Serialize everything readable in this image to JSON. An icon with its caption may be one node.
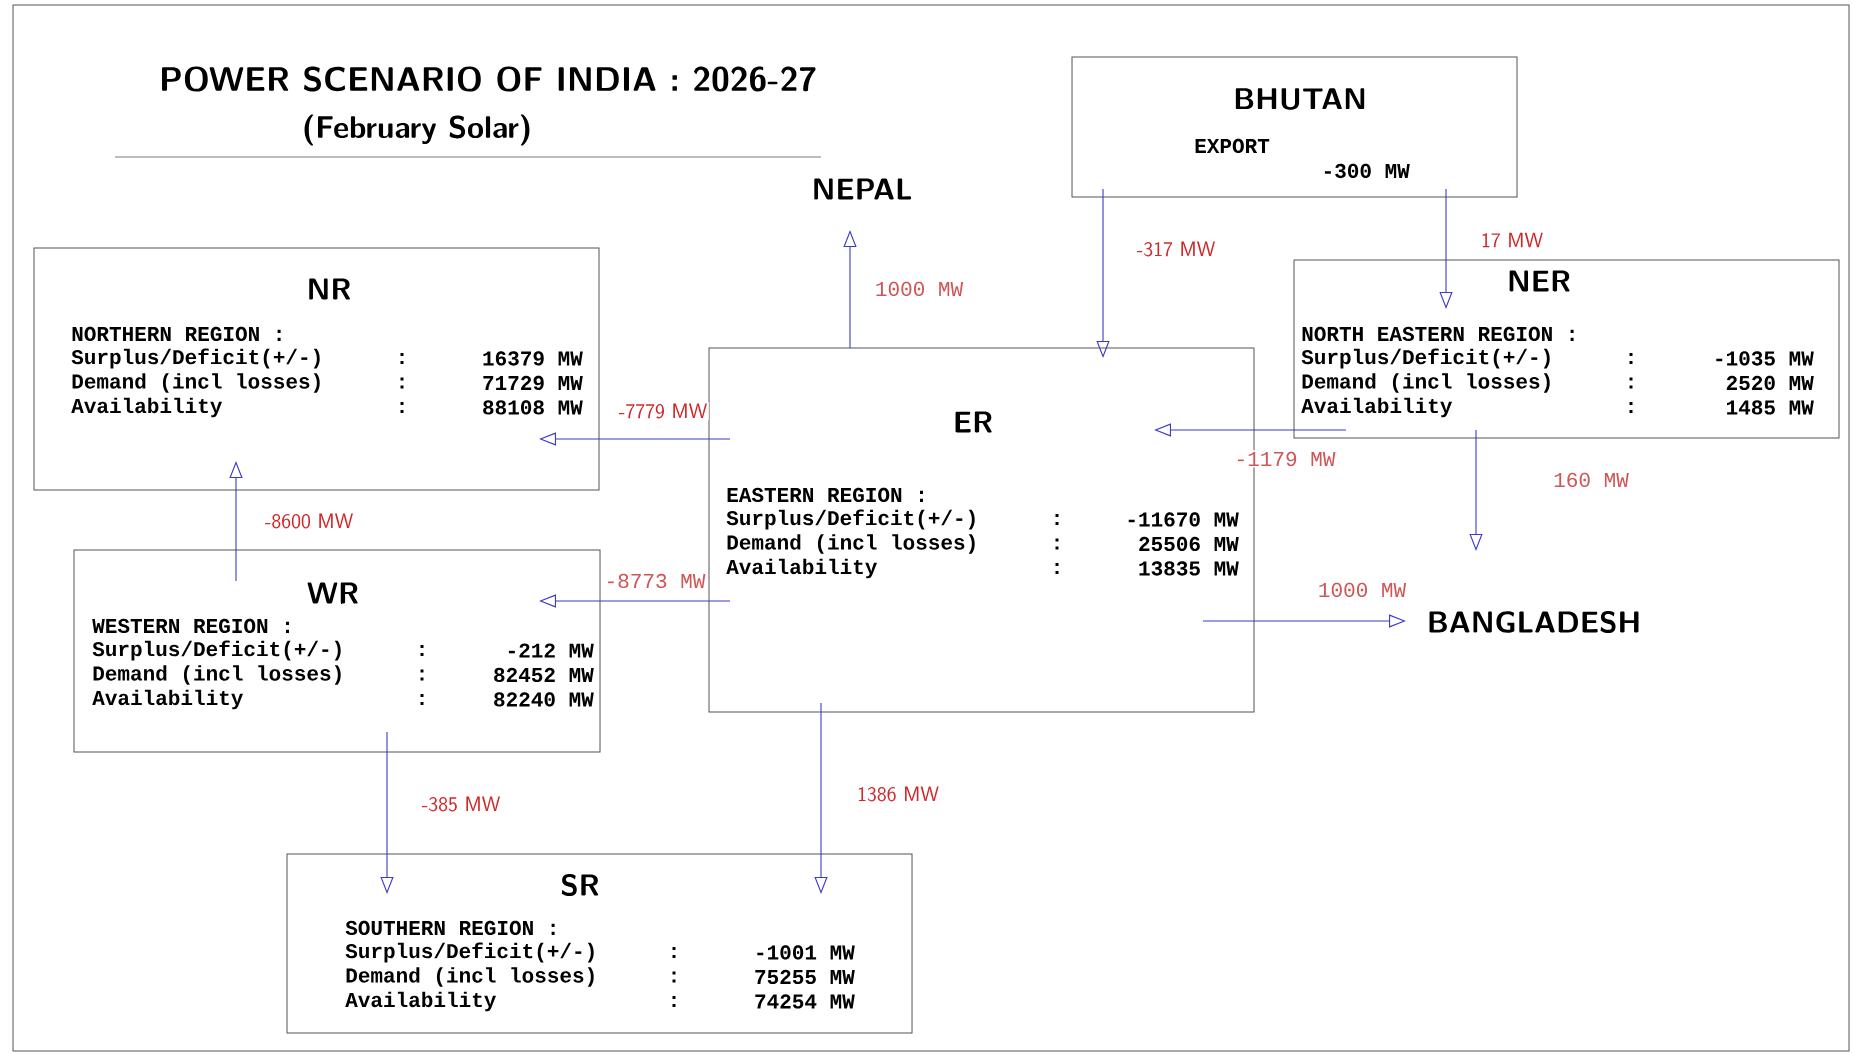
{
  "diagram": {
    "title": "POWER SCENARIO OF INDIA : 2026-27",
    "nodes": [
      {
        "text": [
          "BHUTAN",
          "EXPORT",
          "-300 MW"
        ]
      },
      {
        "text": [
          "NEPAL"
        ]
      },
      {
        "text": [
          "NR",
          "NORTHERN REGION :",
          "Surplus/Deficit(+/-)",
          ":",
          "16379 MW",
          "Demand (incl losses)",
          ":",
          "71729 MW",
          "Availability",
          ":",
          "88108 MW"
        ]
      },
      {
        "text": [
          "NER",
          "NORTH EASTERN REGION :",
          "Surplus/Deficit(+/-)",
          ":",
          "-1035 MW",
          "Demand (incl losses)",
          ":",
          "2520 MW",
          "Availability",
          ":",
          "1485 MW"
        ]
      },
      {
        "text": [
          "ER",
          "EASTERN REGION :",
          "Surplus/Deficit(+/-)",
          ":",
          "-11670 MW",
          "Demand (incl losses)",
          ":",
          "25506 MW",
          "Availability",
          ":",
          "13835 MW"
        ]
      },
      {
        "text": [
          "WR",
          "WESTERN REGION :",
          "Surplus/Deficit(+/-)",
          ":",
          "-212 MW",
          "Demand (incl losses)",
          ":",
          "82452 MW",
          "Availability",
          ":",
          "82240 MW"
        ]
      },
      {
        "text": [
          "BANGLADESH"
        ]
      },
      {
        "text": [
          "SR",
          "SOUTHERN REGION :",
          "Surplus/Deficit(+/-)",
          ":",
          "-1001 MW",
          "Demand (incl losses)",
          ":",
          "75255 MW",
          "Availability",
          ":",
          "74254 MW"
        ]
      }
    ],
    "edges": [
      {
        "from": 4,
        "to": 1,
        "arrow": "to",
        "label": "1000 MW"
      },
      {
        "from": 0,
        "to": 4,
        "arrow": "to",
        "label": "-317 MW"
      },
      {
        "from": 0,
        "to": 3,
        "arrow": "to",
        "label": "17 MW"
      },
      {
        "from": 4,
        "to": 2,
        "arrow": "to",
        "label": "-7779 MW"
      },
      {
        "from": 3,
        "to": 4,
        "arrow": "to",
        "label": "-1179 MW"
      },
      {
        "from": 5,
        "to": 2,
        "arrow": "to",
        "label": "-8600 MW"
      },
      {
        "from": 4,
        "to": 5,
        "arrow": "to",
        "label": "-8773 MW"
      },
      {
        "from": 3,
        "to": 6,
        "arrow": "to",
        "label": "160 MW"
      },
      {
        "from": 4,
        "to": 6,
        "arrow": "to",
        "label": "1000 MW"
      },
      {
        "from": 5,
        "to": 7,
        "arrow": "to",
        "label": "-385 MW"
      },
      {
        "from": 4,
        "to": 7,
        "arrow": "to",
        "label": "1386 MW"
      }
    ],
    "labels": [
      "(February Solar)"
    ]
  }
}
